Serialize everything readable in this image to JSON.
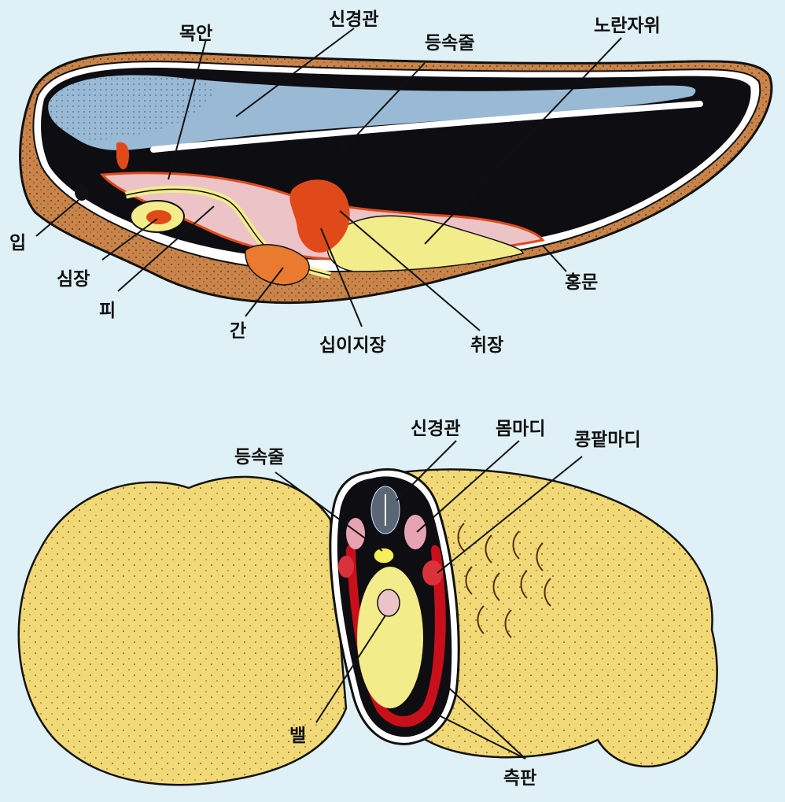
{
  "colors": {
    "background": "#dff1f7",
    "yolk_brown": "#c8844a",
    "cavity_black": "#0d0d12",
    "neural_tube_blue": "#9ab9d4",
    "blood_red": "#e04a1a",
    "yolk_yellow": "#f3ec8a",
    "pink_tissue": "#ecc4c8",
    "embryo_body_yellow": "#f1d978",
    "lateral_plate_red": "#c8101a"
  },
  "top_figure": {
    "labels": {
      "mouth": "입",
      "pharynx": "목안",
      "neural_tube": "신경관",
      "notochord": "등속줄",
      "yolk": "노란자위",
      "heart": "심장",
      "blood": "피",
      "liver": "간",
      "duodenum": "십이지장",
      "pancreas": "취장",
      "anus": "홍문"
    }
  },
  "bottom_figure": {
    "labels": {
      "notochord": "등속줄",
      "neural_tube": "신경관",
      "somite": "몸마디",
      "nephrotome": "콩팥마디",
      "gut": "밸",
      "lateral_plate": "측판"
    }
  }
}
